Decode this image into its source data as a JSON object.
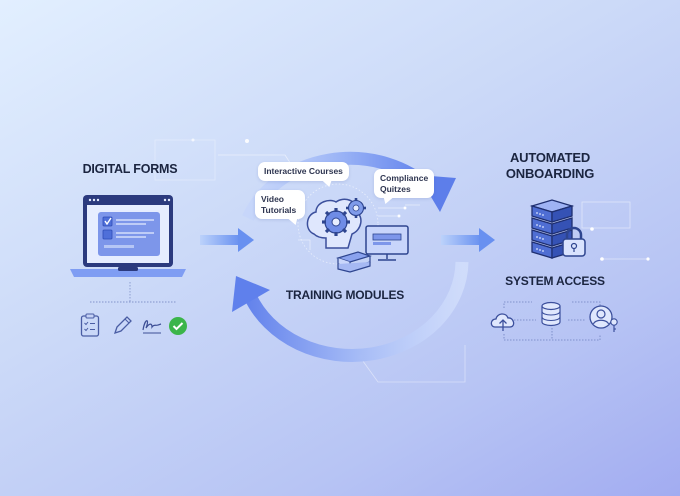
{
  "sections": {
    "digital_forms": {
      "title": "DIGITAL FORMS",
      "icons": [
        "clipboard-checklist-icon",
        "pen-icon",
        "signature-icon",
        "check-circle-icon"
      ]
    },
    "training_modules": {
      "title": "TRAINING MODULES",
      "bubbles": {
        "interactive": "Interactive Courses",
        "video_line1": "Video",
        "video_line2": "Tutorials",
        "compliance_line1": "Compliance",
        "compliance_line2": "Quitzes"
      }
    },
    "automated_onboarding": {
      "title_line1": "AUTOMATED",
      "title_line2": "ONBOARDING"
    },
    "system_access": {
      "title": "SYSTEM ACCESS",
      "icons": [
        "cloud-upload-icon",
        "database-icon",
        "user-key-icon"
      ]
    }
  },
  "colors": {
    "accent": "#4f72e0",
    "arrow": "#6e8ff0",
    "dark_outline": "#24336e",
    "success": "#3bb54a",
    "text": "#1b2540"
  }
}
